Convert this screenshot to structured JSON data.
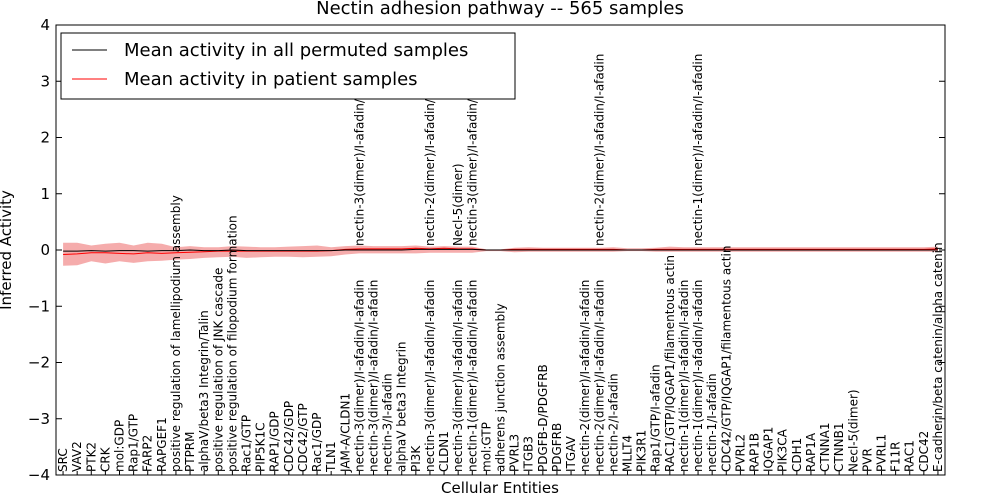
{
  "chart_data": {
    "type": "line",
    "title": "Nectin adhesion pathway -- 565 samples",
    "xlabel": "Cellular Entities",
    "ylabel": "Inferred Activity",
    "ylim": [
      -4,
      4
    ],
    "yticks": [
      -4,
      -3,
      -2,
      -1,
      0,
      1,
      2,
      3,
      4
    ],
    "ytick_labels": [
      "−4",
      "−3",
      "−2",
      "−1",
      "0",
      "1",
      "2",
      "3",
      "4"
    ],
    "legend_position": "top-left",
    "categories": [
      "SRC",
      "VAV2",
      "PTK2",
      "CRK",
      "mol:GDP",
      "Rap1/GTP",
      "FARP2",
      "RAPGEF1",
      "positive regulation of lamellipodium assembly",
      "PTPRM",
      "alphaV/beta3 Integrin/Talin",
      "positive regulation of JNK cascade",
      "positive regulation of filopodium formation",
      "Rac1/GTP",
      "PIP5K1C",
      "RAP1/GDP",
      "CDC42/GDP",
      "CDC42/GTP",
      "Rac1/GDP",
      "TLN1",
      "JAM-A/CLDN1",
      "nectin-3(dimer)/I-afadin/I-afadin",
      "nectin-3(dimer)/I-afadin/I-afadin",
      "nectin-3/I-afadin",
      "alphaV beta3 Integrin",
      "PI3K",
      "nectin-3(dimer)/I-afadin/I-afadin",
      "CLDN1",
      "nectin-3(dimer)/I-afadin/I-afadin",
      "nectin-1(dimer)/I-afadin/I-afadin",
      "mol:GTP",
      "adherens junction assembly",
      "PVRL3",
      "ITGB3",
      "PDGFB-D/PDGFRB",
      "PDGFRB",
      "ITGAV",
      "nectin-2(dimer)/I-afadin/I-afadin",
      "nectin-2(dimer)/I-afadin/I-afadin",
      "nectin-2/I-afadin",
      "MLLT4",
      "PIK3R1",
      "Rap1/GTP/I-afadin",
      "RAC1/GTP/IQGAP1/filamentous actin",
      "nectin-1(dimer)/I-afadin/I-afadin",
      "nectin-1(dimer)/I-afadin/I-afadin",
      "nectin-1/I-afadin",
      "CDC42/GTP/IQGAP1/filamentous actin",
      "PVRL2",
      "RAP1B",
      "IQGAP1",
      "PIK3CA",
      "CDH1",
      "RAP1A",
      "CTNNA1",
      "CTNNB1",
      "Necl-5(dimer)",
      "PVR",
      "PVRL1",
      "F11R",
      "RAC1",
      "CDC42",
      "E-cadherin/beta catenin/alpha catenin"
    ],
    "upper_labels": [
      {
        "after_index": 8,
        "label": ""
      },
      {
        "after_index": 21,
        "label": "nectin-3(dimer)/I-afadin/I-afadin"
      },
      {
        "after_index": 26,
        "label": "nectin-2(dimer)/I-afadin/I-afadin"
      },
      {
        "after_index": 28,
        "label": "Necl-5(dimer)"
      },
      {
        "after_index": 29,
        "label": "nectin-3(dimer)/I-afadin/I-afadin"
      },
      {
        "after_index": 38,
        "label": "nectin-2(dimer)/I-afadin/I-afadin"
      },
      {
        "after_index": 45,
        "label": "nectin-1(dimer)/I-afadin/I-afadin"
      }
    ],
    "series": [
      {
        "name": "Mean activity in all permuted samples",
        "color": "#000000",
        "values": [
          -0.02,
          -0.02,
          -0.01,
          -0.02,
          -0.01,
          -0.01,
          -0.02,
          -0.01,
          -0.01,
          0.0,
          -0.01,
          -0.01,
          0.0,
          -0.01,
          -0.01,
          -0.01,
          -0.01,
          -0.01,
          -0.01,
          -0.01,
          0.0,
          0.0,
          0.0,
          0.0,
          0.0,
          0.01,
          0.01,
          0.01,
          0.01,
          0.01,
          0.0,
          0.0,
          0.0,
          0.0,
          0.0,
          0.0,
          0.0,
          0.0,
          0.0,
          0.0,
          0.0,
          0.0,
          0.0,
          0.0,
          0.0,
          0.0,
          0.0,
          0.0,
          0.0,
          0.0,
          0.0,
          0.0,
          0.0,
          0.0,
          0.0,
          0.0,
          0.0,
          0.0,
          0.0,
          0.0,
          0.0,
          0.0,
          0.0
        ]
      },
      {
        "name": "Mean activity in patient samples",
        "color": "#ff0000",
        "values": [
          -0.08,
          -0.07,
          -0.05,
          -0.05,
          -0.06,
          -0.07,
          -0.05,
          -0.06,
          -0.05,
          -0.04,
          -0.03,
          -0.02,
          -0.02,
          -0.02,
          -0.02,
          -0.02,
          -0.02,
          -0.02,
          -0.02,
          -0.01,
          0.01,
          0.02,
          0.02,
          0.02,
          0.02,
          0.03,
          0.02,
          0.03,
          0.02,
          0.02,
          0.0,
          0.0,
          0.01,
          0.01,
          0.01,
          0.01,
          0.01,
          0.01,
          0.01,
          0.01,
          0.0,
          0.0,
          0.01,
          0.01,
          0.01,
          0.01,
          0.01,
          0.01,
          0.01,
          0.01,
          0.01,
          0.01,
          0.01,
          0.01,
          0.01,
          0.01,
          0.01,
          0.01,
          0.01,
          0.01,
          0.01,
          0.01,
          0.02
        ]
      }
    ],
    "band": {
      "color": "#f08080",
      "upper": [
        0.13,
        0.13,
        0.08,
        0.11,
        0.13,
        0.08,
        0.13,
        0.11,
        0.05,
        0.07,
        0.05,
        0.05,
        0.07,
        0.06,
        0.05,
        0.05,
        0.06,
        0.07,
        0.08,
        0.05,
        0.07,
        0.08,
        0.07,
        0.07,
        0.07,
        0.08,
        0.06,
        0.07,
        0.06,
        0.06,
        0.01,
        0.01,
        0.04,
        0.05,
        0.04,
        0.04,
        0.04,
        0.04,
        0.04,
        0.05,
        0.03,
        0.03,
        0.04,
        0.06,
        0.05,
        0.05,
        0.05,
        0.05,
        0.05,
        0.05,
        0.05,
        0.05,
        0.05,
        0.05,
        0.05,
        0.05,
        0.05,
        0.05,
        0.05,
        0.05,
        0.05,
        0.05,
        0.06
      ],
      "lower": [
        -0.28,
        -0.27,
        -0.2,
        -0.24,
        -0.2,
        -0.23,
        -0.2,
        -0.19,
        -0.17,
        -0.16,
        -0.14,
        -0.13,
        -0.12,
        -0.14,
        -0.13,
        -0.12,
        -0.12,
        -0.13,
        -0.12,
        -0.11,
        -0.08,
        -0.06,
        -0.06,
        -0.06,
        -0.06,
        -0.06,
        -0.05,
        -0.05,
        -0.05,
        -0.05,
        -0.02,
        -0.02,
        -0.04,
        -0.03,
        -0.03,
        -0.03,
        -0.03,
        -0.03,
        -0.03,
        -0.03,
        -0.02,
        -0.02,
        -0.03,
        -0.03,
        -0.03,
        -0.03,
        -0.03,
        -0.03,
        -0.03,
        -0.03,
        -0.03,
        -0.03,
        -0.03,
        -0.03,
        -0.03,
        -0.03,
        -0.03,
        -0.03,
        -0.03,
        -0.03,
        -0.03,
        -0.03,
        -0.03
      ]
    },
    "grid": false
  }
}
